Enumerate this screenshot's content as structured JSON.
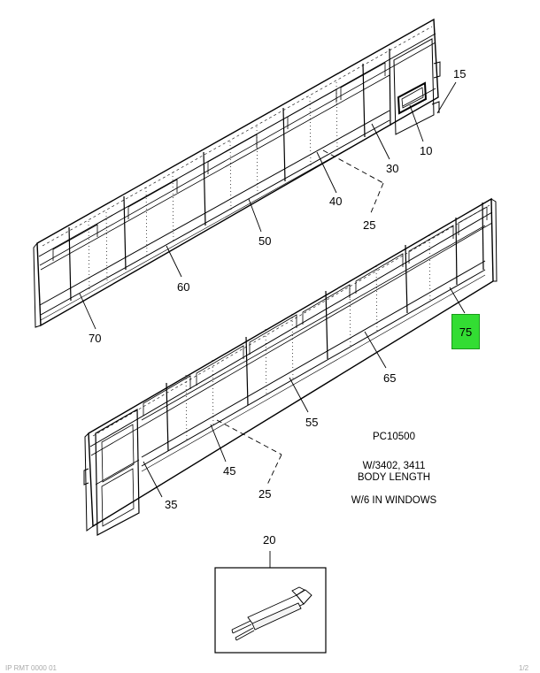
{
  "callouts": {
    "c10": "10",
    "c15": "15",
    "c20": "20",
    "c25a": "25",
    "c25b": "25",
    "c30": "30",
    "c35": "35",
    "c40": "40",
    "c45": "45",
    "c50": "50",
    "c55": "55",
    "c60": "60",
    "c65": "65",
    "c70": "70",
    "c75": "75"
  },
  "notes": {
    "part_code": "PC10500",
    "body_length_line1": "W/3402, 3411",
    "body_length_line2": "BODY LENGTH",
    "windows": "W/6 IN WINDOWS"
  },
  "footer": {
    "left": "IP RMT 0000 01",
    "right": "1/2"
  },
  "colors": {
    "highlight": "#33dd33",
    "line": "#000000"
  },
  "icons": [
    "seal-part-illustration"
  ]
}
